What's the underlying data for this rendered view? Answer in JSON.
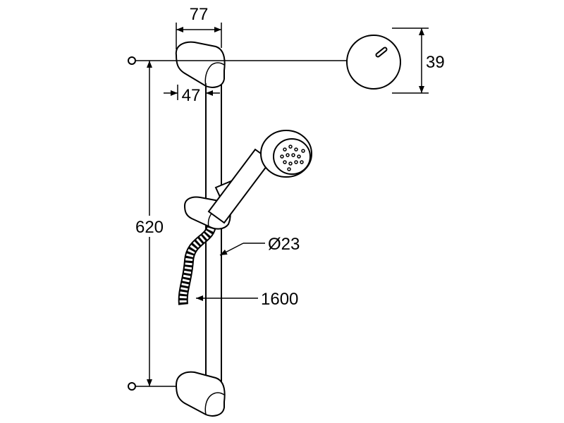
{
  "dimensions": {
    "top_bracket_width": "77",
    "bracket_depth": "47",
    "rosette_diameter": "39",
    "rail_length": "620",
    "rail_diameter": "Ø23",
    "hose_length": "1600"
  },
  "colors": {
    "line": "#000000",
    "background": "#ffffff"
  }
}
